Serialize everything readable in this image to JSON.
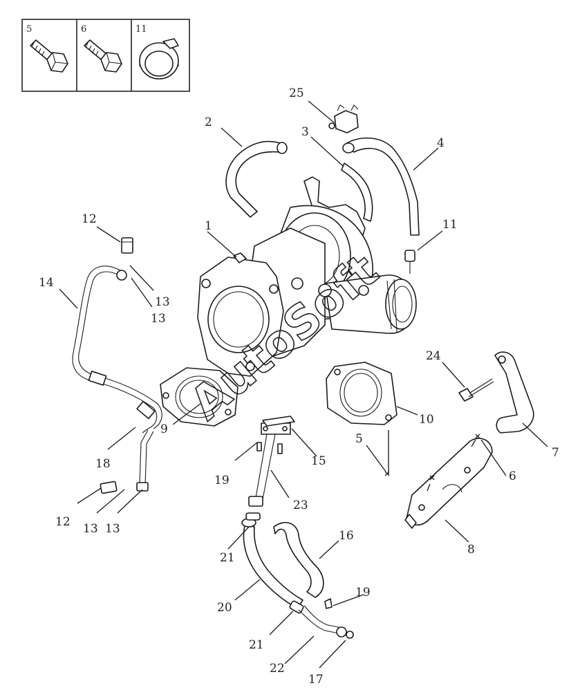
{
  "legend": [
    {
      "number": "5",
      "icon": "bolt-icon"
    },
    {
      "number": "6",
      "icon": "bolt-icon"
    },
    {
      "number": "11",
      "icon": "hose-clamp-icon"
    }
  ],
  "callouts": [
    "1",
    "2",
    "3",
    "4",
    "5",
    "6",
    "7",
    "8",
    "9",
    "10",
    "11",
    "12",
    "12",
    "13",
    "13",
    "13",
    "13",
    "14",
    "15",
    "16",
    "17",
    "18",
    "19",
    "19",
    "20",
    "21",
    "21",
    "22",
    "23",
    "24",
    "25"
  ],
  "watermark": "AutoSoft"
}
